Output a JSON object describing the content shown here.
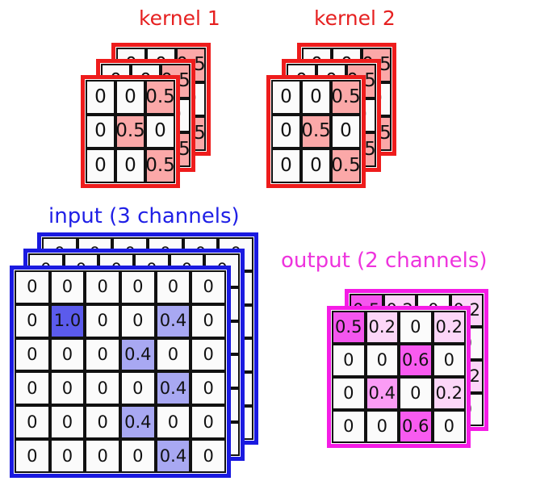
{
  "figure": {
    "description": "Convolution diagram: two 3-channel kernels applied to a 3-channel input producing a 2-channel output"
  },
  "kernel1": {
    "title": "kernel 1",
    "channels": 3,
    "rows": 3,
    "cols": 3,
    "color": "#ee1c1c",
    "highlight_color": "#fba8a8",
    "values": [
      [
        "0",
        "0",
        "0.5"
      ],
      [
        "0",
        "0.5",
        "0"
      ],
      [
        "0",
        "0",
        "0.5"
      ]
    ]
  },
  "kernel2": {
    "title": "kernel 2",
    "channels": 3,
    "rows": 3,
    "cols": 3,
    "color": "#ee1c1c",
    "highlight_color": "#fba8a8",
    "values": [
      [
        "0",
        "0",
        "0.5"
      ],
      [
        "0",
        "0.5",
        "0"
      ],
      [
        "0",
        "0",
        "0.5"
      ]
    ]
  },
  "input": {
    "title": "input (3 channels)",
    "channels": 3,
    "rows": 6,
    "cols": 6,
    "color": "#1a1ae0",
    "values": [
      [
        "0",
        "0",
        "0",
        "0",
        "0",
        "0"
      ],
      [
        "0",
        "1.0",
        "0",
        "0",
        "0.4",
        "0"
      ],
      [
        "0",
        "0",
        "0",
        "0.4",
        "0",
        "0"
      ],
      [
        "0",
        "0",
        "0",
        "0",
        "0.4",
        "0"
      ],
      [
        "0",
        "0",
        "0",
        "0.4",
        "0",
        "0"
      ],
      [
        "0",
        "0",
        "0",
        "0",
        "0.4",
        "0"
      ]
    ]
  },
  "output": {
    "title": "output (2 channels)",
    "channels": 2,
    "rows": 4,
    "cols": 4,
    "color": "#f51ce5",
    "values": [
      [
        "0.5",
        "0.2",
        "0",
        "0.2"
      ],
      [
        "0",
        "0",
        "0.6",
        "0"
      ],
      [
        "0",
        "0.4",
        "0",
        "0.2"
      ],
      [
        "0",
        "0",
        "0.6",
        "0"
      ]
    ]
  }
}
